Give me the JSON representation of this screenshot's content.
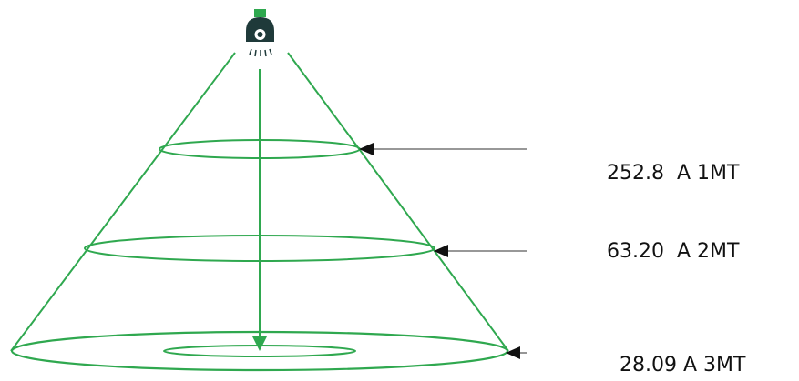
{
  "colors": {
    "beam": "#2fa84f",
    "pointer": "#8a8a8a",
    "arrowhead": "#111111",
    "fixture": "#1f3a3a",
    "fixture_cap": "#2fa84f",
    "text": "#111111"
  },
  "fixture": {
    "icon": "light-fixture-icon"
  },
  "levels": [
    {
      "label": "252.8  A 1MT"
    },
    {
      "label": "63.20  A 2MT"
    },
    {
      "label": "28.09 A 3MT"
    }
  ]
}
